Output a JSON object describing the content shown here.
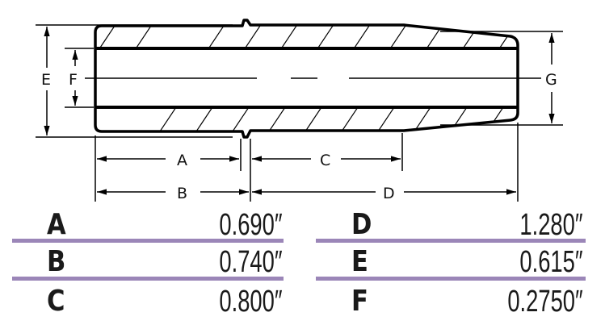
{
  "diagram": {
    "labels": {
      "A": "A",
      "B": "B",
      "C": "C",
      "D": "D",
      "E": "E",
      "F": "F",
      "G": "G"
    }
  },
  "table": {
    "rule_color": "#9b86b8",
    "left": [
      {
        "letter": "A",
        "value": "0.690″"
      },
      {
        "letter": "B",
        "value": "0.740″"
      },
      {
        "letter": "C",
        "value": "0.800″"
      }
    ],
    "right": [
      {
        "letter": "D",
        "value": "1.280″"
      },
      {
        "letter": "E",
        "value": "0.615″"
      },
      {
        "letter": "F",
        "value": "0.2750″"
      }
    ]
  }
}
